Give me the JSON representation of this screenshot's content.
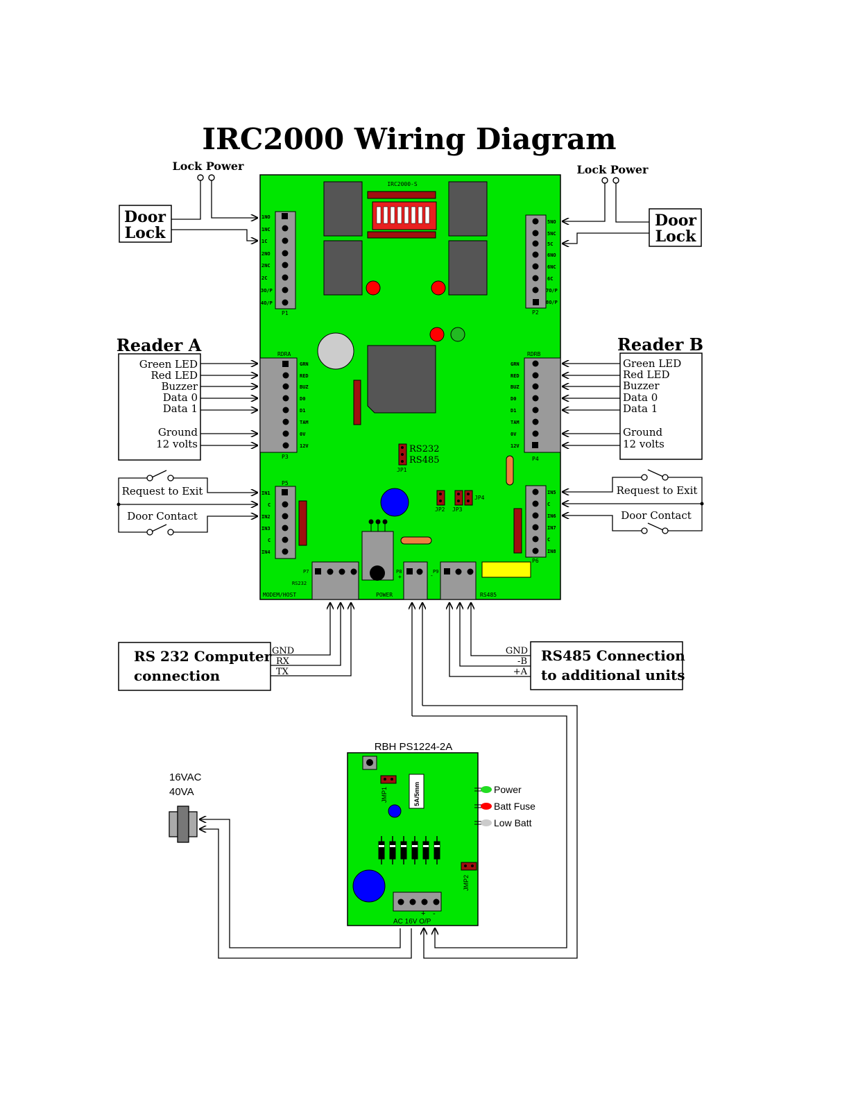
{
  "title": "IRC2000 Wiring Diagram",
  "colors": {
    "board": "#00e600",
    "relay": "#555555",
    "connector": "#9a9a9a",
    "led_red": "#ff0000",
    "led_green": "#22bb22",
    "led_grey": "#cccccc",
    "display_red": "#e82020",
    "resistor": "#a01010",
    "yellow": "#ffff00",
    "blue": "#0000ff",
    "orange": "#f08040"
  },
  "lock_power_left": "Lock Power",
  "lock_power_right": "Lock Power",
  "door_lock_left": {
    "line1": "Door",
    "line2": "Lock"
  },
  "door_lock_right": {
    "line1": "Door",
    "line2": "Lock"
  },
  "board": {
    "name": "IRC2000-S",
    "p1_label": "P1",
    "p2_label": "P2",
    "p3_label": "P3",
    "p4_label": "P4",
    "p5_label": "P5",
    "p6_label": "P6",
    "p7_label": "P7",
    "p8_label": "P8",
    "p9_label": "P9",
    "p1_pins": [
      "1NO",
      "1NC",
      "1C",
      "2NO",
      "2NC",
      "2C",
      "3O/P",
      "4O/P"
    ],
    "p2_pins": [
      "5NO",
      "5NC",
      "5C",
      "6NO",
      "6NC",
      "6C",
      "7O/P",
      "8O/P"
    ],
    "rdra": "RDRA",
    "rdrb": "RDRB",
    "reader_pins": [
      "GRN",
      "RED",
      "BUZ",
      "D0",
      "D1",
      "TAM",
      "0V",
      "12V"
    ],
    "p5_pins": [
      "IN1",
      "C",
      "IN2",
      "IN3",
      "C",
      "IN4"
    ],
    "p6_pins": [
      "IN5",
      "C",
      "IN6",
      "IN7",
      "C",
      "IN8"
    ],
    "jp1": "JP1",
    "jp2": "JP2",
    "jp3": "JP3",
    "jp4": "JP4",
    "rs232_jumper": "RS232",
    "rs485_jumper": "RS485",
    "modem_host": "MODEM/HOST",
    "rs232_small": "RS232",
    "power": "POWER",
    "rs485": "RS485",
    "plus": "+",
    "minus": "-"
  },
  "reader_a": {
    "title": "Reader A",
    "signals": [
      "Green LED",
      "Red LED",
      "Buzzer",
      "Data 0",
      "Data 1",
      "Ground",
      "12 volts"
    ]
  },
  "reader_b": {
    "title": "Reader B",
    "signals": [
      "Green LED",
      "Red LED",
      "Buzzer",
      "Data 0",
      "Data 1",
      "Ground",
      "12 volts"
    ]
  },
  "inputs_left": {
    "request": "Request to Exit",
    "contact": "Door Contact"
  },
  "inputs_right": {
    "request": "Request to Exit",
    "contact": "Door Contact"
  },
  "rs232_box": {
    "line1": "RS 232 Computer",
    "line2": "connection",
    "gnd": "GND",
    "rx": "RX",
    "tx": "TX"
  },
  "rs485_box": {
    "line1": "RS485 Connection",
    "line2": "to additional units",
    "gnd": "GND",
    "b": "-B",
    "a": "+A"
  },
  "psu": {
    "name": "RBH  PS1224-2A",
    "jmp1": "JMP1",
    "jmp2": "JMP2",
    "fuse": "5A/5mm",
    "power": "Power",
    "batt_fuse": "Batt Fuse",
    "low_batt": "Low Batt",
    "terminals": "AC 16V  O/P",
    "plus": "+",
    "minus": "-"
  },
  "transformer": {
    "line1": "16VAC",
    "line2": "40VA"
  }
}
